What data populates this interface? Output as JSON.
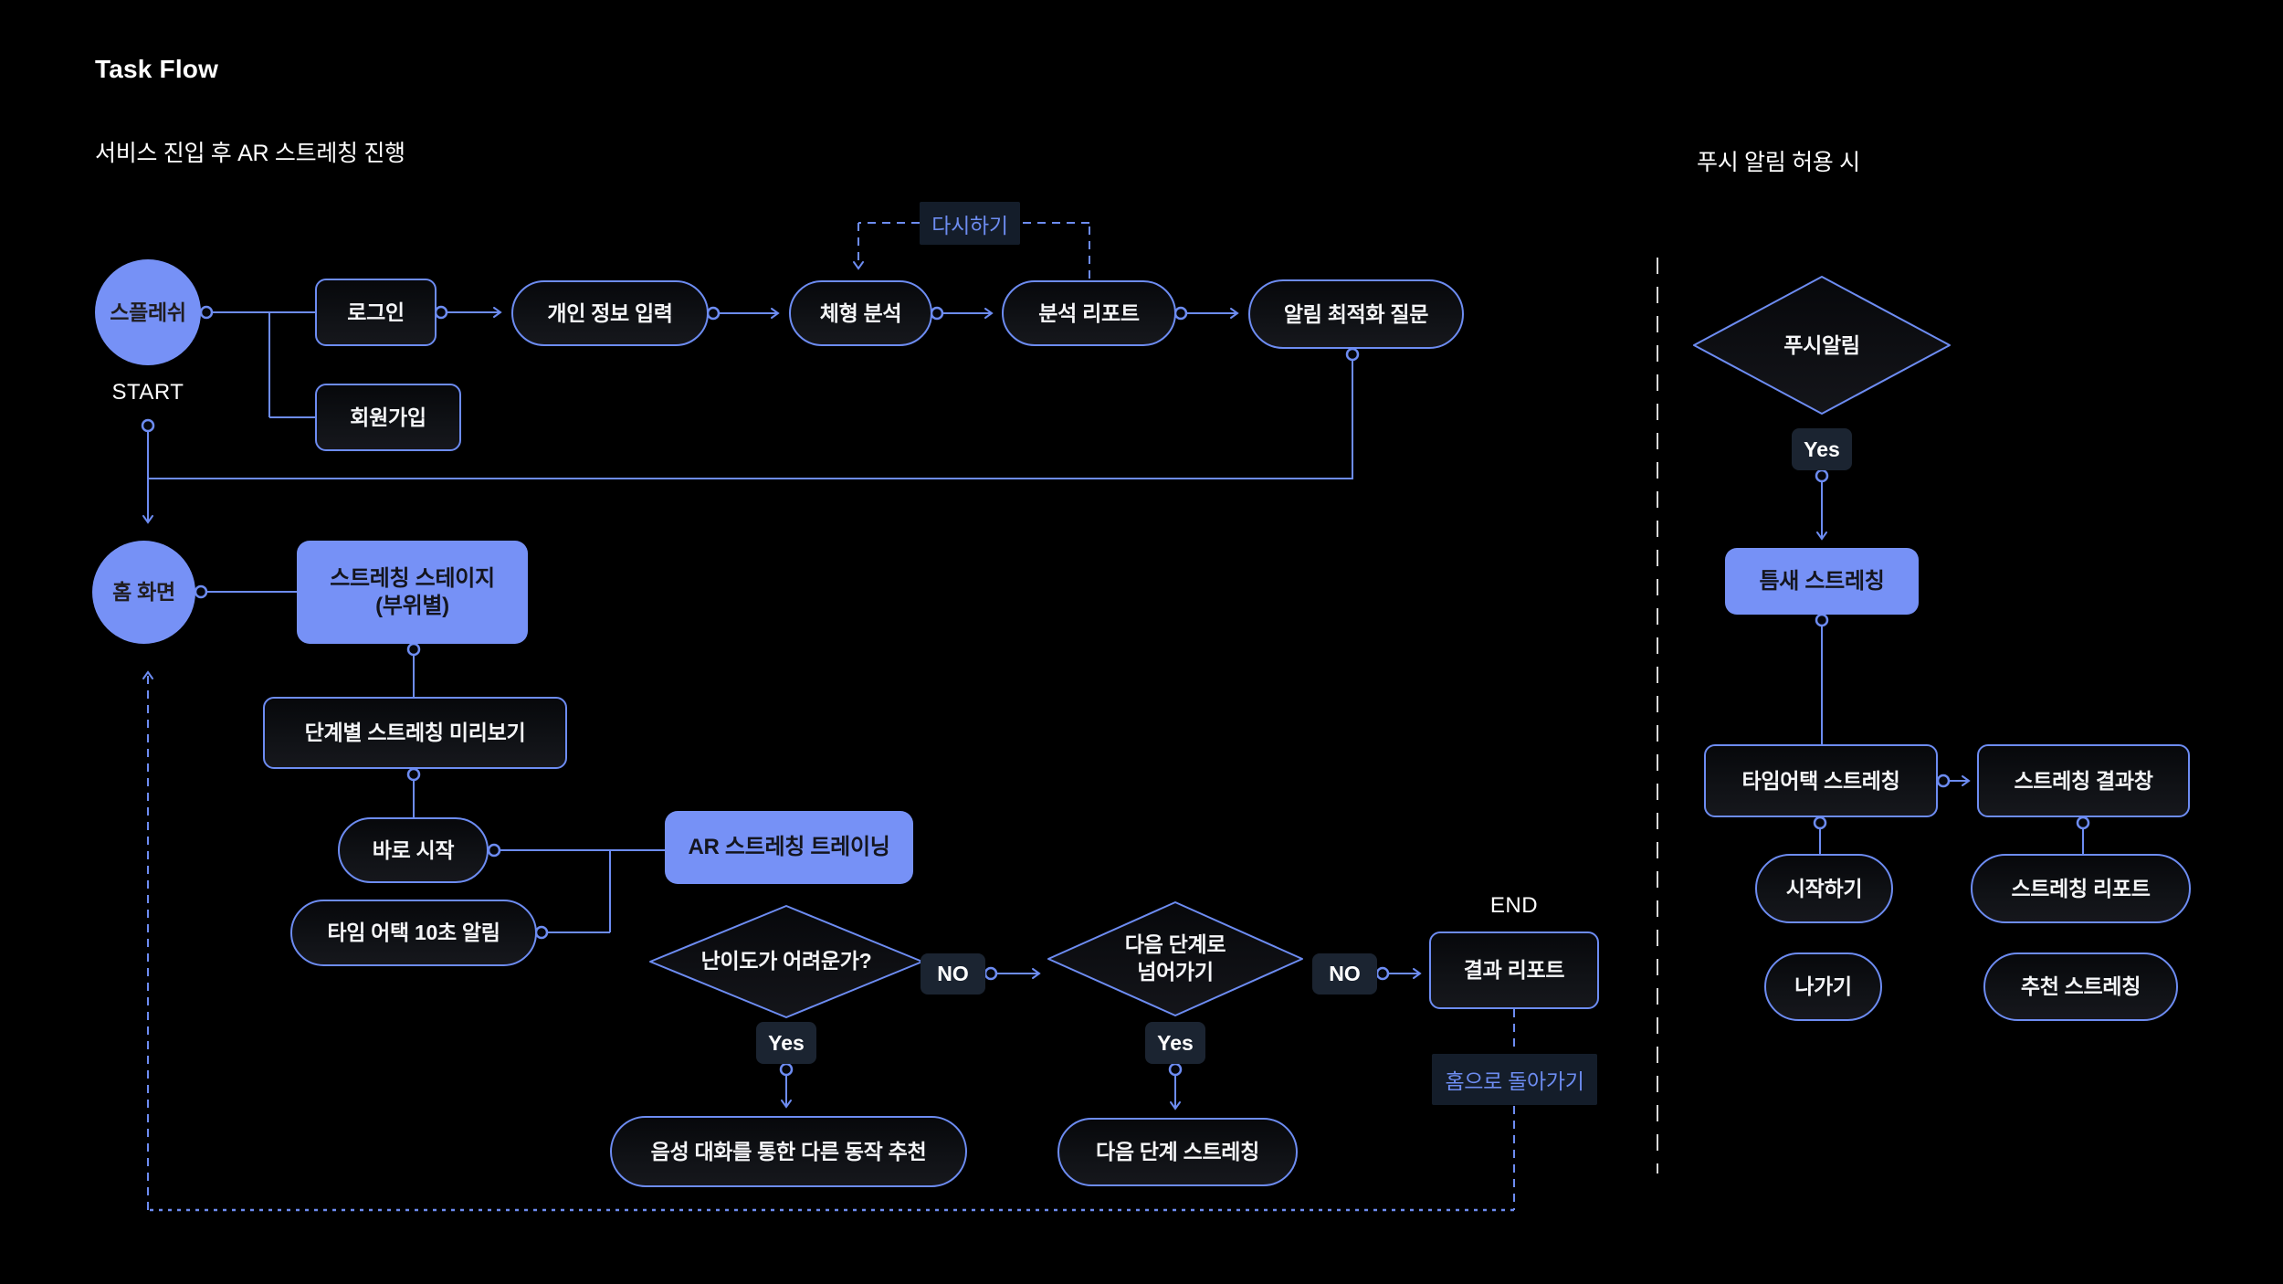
{
  "colors": {
    "background": "#000000",
    "accent_blue": "#6D8CF2",
    "node_fill_blue": "#7691F6",
    "node_fill_dark": "#0C0D10",
    "tag_fill": "#1B2431",
    "link_label_fill": "#141D2A",
    "link_text_blue": "#6D8CF0",
    "divider_gray": "#D8D8D8",
    "text_white": "#F4F5F7",
    "text_dark_on_blue": "#14151E"
  },
  "header": {
    "title": "Task Flow",
    "left_subtitle": "서비스 진입 후 AR 스트레칭 진행",
    "right_subtitle": "푸시 알림 허용 시"
  },
  "flow_left": {
    "splash": "스플레쉬",
    "start": "START",
    "login": "로그인",
    "signup": "회원가입",
    "personal_info": "개인 정보 입력",
    "body_analysis": "체형 분석",
    "analysis_report": "분석 리포트",
    "notification_opt": "알림 최적화 질문",
    "retry": "다시하기",
    "home": "홈 화면",
    "stretch_stage_line1": "스트레칭 스테이지",
    "stretch_stage_line2": "(부위별)",
    "step_preview": "단계별 스트레칭 미리보기",
    "start_now": "바로 시작",
    "time_attack_alert": "타임 어택 10초 알림",
    "ar_training": "AR 스트레칭 트레이닝",
    "difficulty_question": "난이도가 어려운가?",
    "no": "NO",
    "yes": "Yes",
    "next_step_line1": "다음 단계로",
    "next_step_line2": "넘어가기",
    "end": "END",
    "result_report": "결과 리포트",
    "go_home": "홈으로 돌아가기",
    "voice_suggestion": "음성 대화를 통한 다른 동작 추천",
    "next_stage_stretch": "다음 단계 스트레칭"
  },
  "flow_right": {
    "push_alarm": "푸시알림",
    "yes": "Yes",
    "gap_stretch": "틈새 스트레칭",
    "time_attack_stretch": "타임어택 스트레칭",
    "stretch_result_window": "스트레칭 결과창",
    "start": "시작하기",
    "exit": "나가기",
    "stretch_report": "스트레칭 리포트",
    "recommended_stretch": "추천 스트레칭"
  }
}
